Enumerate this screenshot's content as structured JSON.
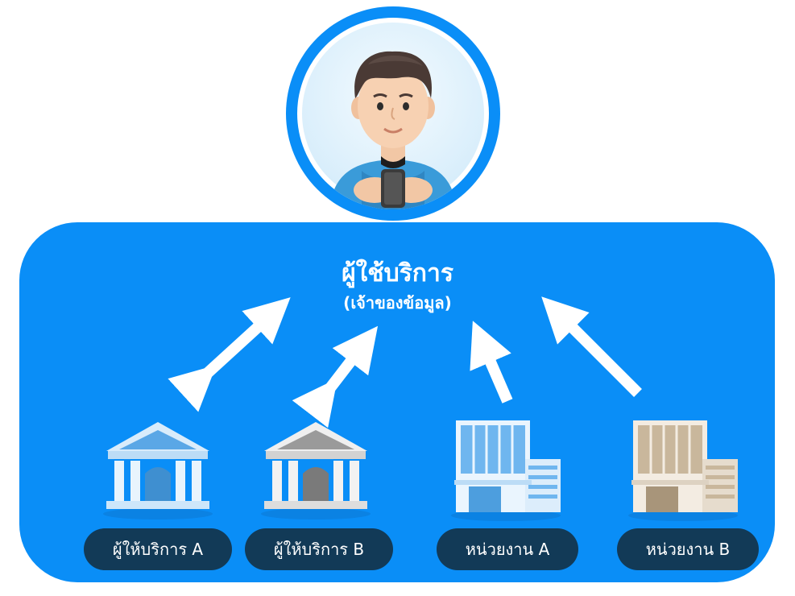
{
  "user": {
    "title": "ผู้ใช้บริการ",
    "subtitle": "(เจ้าของข้อมูล)"
  },
  "nodes": [
    {
      "label": "ผู้ให้บริการ A",
      "type": "bank",
      "icon": "bank-icon",
      "color": "#5aa7e6"
    },
    {
      "label": "ผู้ให้บริการ B",
      "type": "bank",
      "icon": "bank-icon",
      "color": "#9a9a9a"
    },
    {
      "label": "หน่วยงาน A",
      "type": "office",
      "icon": "office-building-icon",
      "color": "#6fb6ef"
    },
    {
      "label": "หน่วยงาน B",
      "type": "office",
      "icon": "office-building-icon",
      "color": "#c9b79c"
    }
  ],
  "colors": {
    "panel": "#0a8ef7",
    "pill": "#123a57",
    "arrow": "#ffffff"
  }
}
